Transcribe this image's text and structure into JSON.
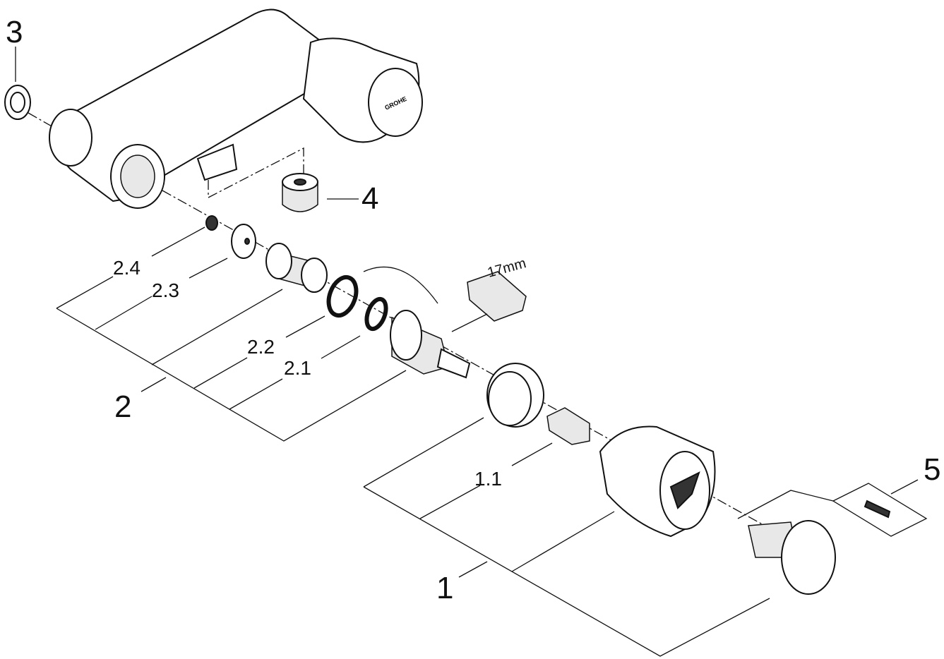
{
  "diagram": {
    "labels": {
      "part_1": "1",
      "part_1_1": "1.1",
      "part_2": "2",
      "part_2_1": "2.1",
      "part_2_2": "2.2",
      "part_2_3": "2.3",
      "part_2_4": "2.4",
      "part_3": "3",
      "part_4": "4",
      "part_5": "5",
      "wrench_size": "17mm"
    },
    "brand_logo": "GROHE"
  }
}
